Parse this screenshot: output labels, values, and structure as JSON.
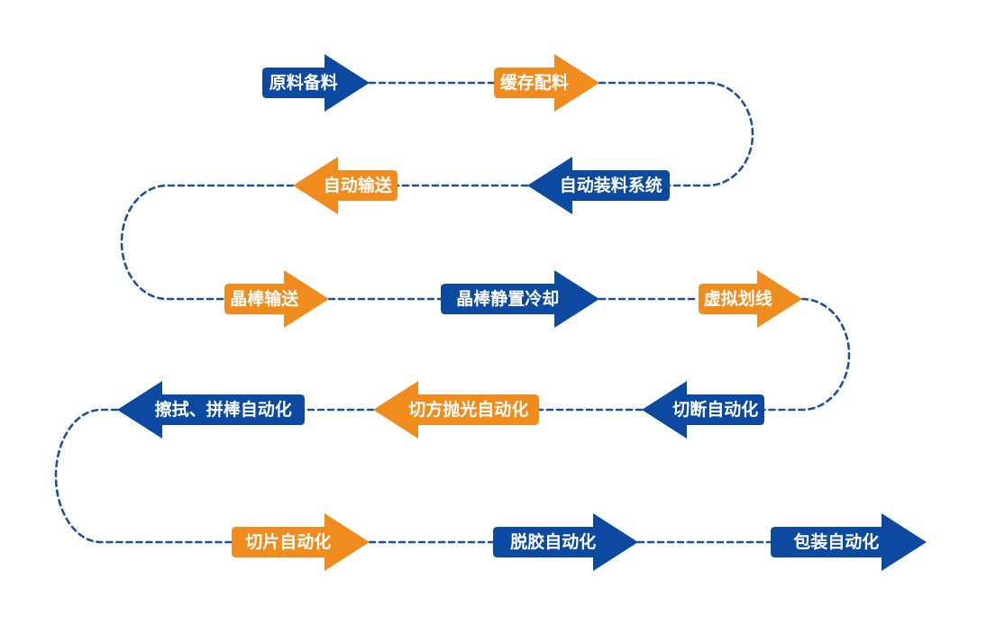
{
  "colors": {
    "blue": "#0b4aa0",
    "orange": "#f08c1e",
    "connector": "#1c4f9c"
  },
  "steps": [
    {
      "label": "原料备料",
      "color": "blue",
      "direction": "right"
    },
    {
      "label": "缓存配料",
      "color": "orange",
      "direction": "right"
    },
    {
      "label": "自动装料系统",
      "color": "blue",
      "direction": "left"
    },
    {
      "label": "自动输送",
      "color": "orange",
      "direction": "left"
    },
    {
      "label": "晶棒输送",
      "color": "orange",
      "direction": "right"
    },
    {
      "label": "晶棒静置冷却",
      "color": "blue",
      "direction": "right"
    },
    {
      "label": "虚拟划线",
      "color": "orange",
      "direction": "right"
    },
    {
      "label": "切断自动化",
      "color": "blue",
      "direction": "left"
    },
    {
      "label": "切方抛光自动化",
      "color": "orange",
      "direction": "left"
    },
    {
      "label": "擦拭、拼棒自动化",
      "color": "blue",
      "direction": "left"
    },
    {
      "label": "切片自动化",
      "color": "orange",
      "direction": "right"
    },
    {
      "label": "脱胶自动化",
      "color": "blue",
      "direction": "right"
    },
    {
      "label": "包装自动化",
      "color": "blue",
      "direction": "right"
    }
  ]
}
